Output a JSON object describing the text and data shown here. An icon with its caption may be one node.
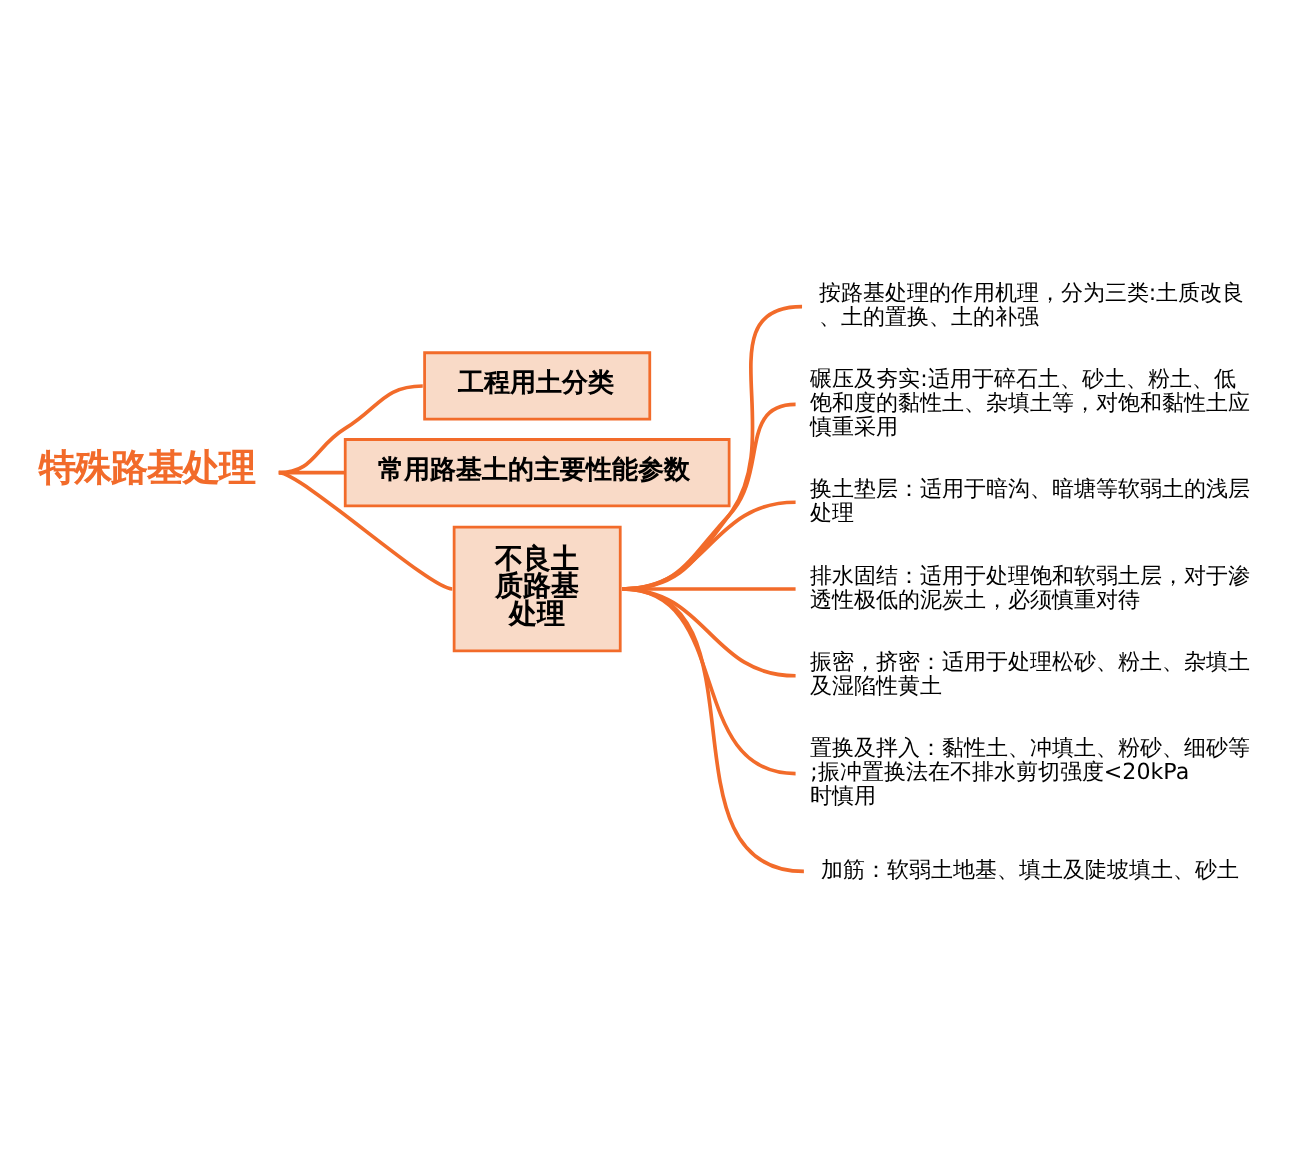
{
  "diagram": {
    "nodes": [
      {
        "text": [
          "特殊路基处理"
        ]
      },
      {
        "text": [
          "工程用土分类"
        ]
      },
      {
        "text": [
          "常用路基土的主要性能参数"
        ]
      },
      {
        "text": [
          "不良土质路基处理"
        ]
      },
      {
        "text": [
          "按路基处理的作用机理，分为三类:土质改良、土的置换、土的补强"
        ]
      },
      {
        "text": [
          "碾压及夯实:适用于碎石土、砂土、粉土、低饱和度的黏性土、杂填土等，对饱和黏性土应慎重采用"
        ]
      },
      {
        "text": [
          "换土垫层：适用于暗沟、暗塘等软弱土的浅层处理"
        ]
      },
      {
        "text": [
          "排水固结：适用于处理饱和软弱土层，对于渗透性极低的泥炭土，必须慎重对待"
        ]
      },
      {
        "text": [
          "振密，挤密：适用于处理松砂、粉土、杂填土及湿陷性黄土"
        ]
      },
      {
        "text": [
          "置换及拌入：黏性土、冲填土、粉砂、细砂等;振冲置换法在不排水剪切强度<20kPa时慎用"
        ]
      },
      {
        "text": [
          "加筋：软弱土地基、填土及陡坡填土、砂土"
        ]
      }
    ],
    "edges": [
      {
        "from": 0,
        "to": 1,
        "arrow": "none"
      },
      {
        "from": 0,
        "to": 2,
        "arrow": "none"
      },
      {
        "from": 0,
        "to": 3,
        "arrow": "none"
      },
      {
        "from": 3,
        "to": 4,
        "arrow": "none"
      },
      {
        "from": 3,
        "to": 5,
        "arrow": "none"
      },
      {
        "from": 3,
        "to": 6,
        "arrow": "none"
      },
      {
        "from": 3,
        "to": 7,
        "arrow": "none"
      },
      {
        "from": 3,
        "to": 8,
        "arrow": "none"
      },
      {
        "from": 3,
        "to": 9,
        "arrow": "none"
      },
      {
        "from": 3,
        "to": 10,
        "arrow": "none"
      }
    ]
  }
}
